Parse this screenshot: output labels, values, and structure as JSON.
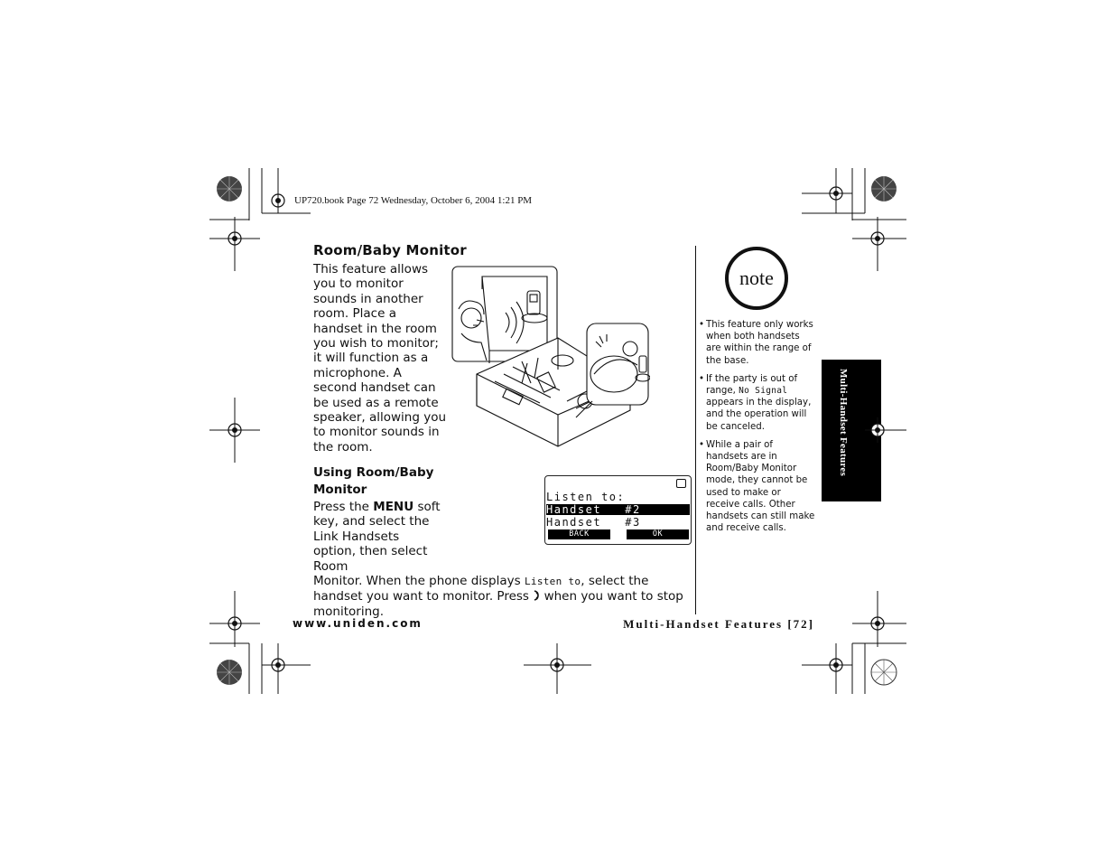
{
  "header": {
    "file_info": "UP720.book  Page 72  Wednesday, October 6, 2004  1:21 PM"
  },
  "section": {
    "title": "Room/Baby Monitor",
    "intro": "This feature allows you to monitor sounds in another room. Place a handset in the room you wish to monitor; it will function as a microphone. A second handset can be used as a remote speaker, allowing you to monitor sounds in the room."
  },
  "using": {
    "heading_line1": "Using Room/Baby",
    "heading_line2": "Monitor",
    "press": "Press the",
    "menu_key": "MENU",
    "step_a": "soft key, and select the Link Handsets option, then select Room",
    "step_b": "Monitor. When the phone displays",
    "lcd_listen": "Listen to",
    "step_c": ", select the handset you want to monitor. Press",
    "end_key_icon": "end-call-icon",
    "step_d": "when you want to stop monitoring."
  },
  "lcd_display": {
    "line1": "Listen to:",
    "line2": "Handset   #2",
    "line3": "Handset   #3",
    "soft_left": "BACK",
    "soft_right": "OK",
    "status_icon": "battery-icon"
  },
  "note": {
    "badge": "note",
    "items": [
      {
        "text": "This feature only works when both handsets are within the range of the base."
      },
      {
        "pre": "If the party is out of range,",
        "lcd": "No Signal",
        "post": "appears in the display, and the operation will be canceled."
      },
      {
        "text": "While a pair of handsets are in Room/Baby Monitor mode, they cannot be used to make or receive calls. Other handsets can still make and receive calls."
      }
    ]
  },
  "side_tab": {
    "label": "Multi-Handset Features"
  },
  "footer": {
    "website": "www.uniden.com",
    "section_page": "Multi-Handset Features [72]"
  }
}
